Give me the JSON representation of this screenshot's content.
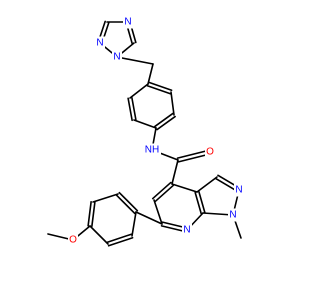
{
  "structure": {
    "labels": {
      "n_triazole_1": "N",
      "n_triazole_2": "N",
      "n_triazole_3": "N",
      "amide_nh": "NH",
      "carbonyl_o": "O",
      "pyrazole_n1": "N",
      "pyrazole_n2": "N",
      "pyridine_n": "N",
      "methoxy_o": "O"
    }
  }
}
